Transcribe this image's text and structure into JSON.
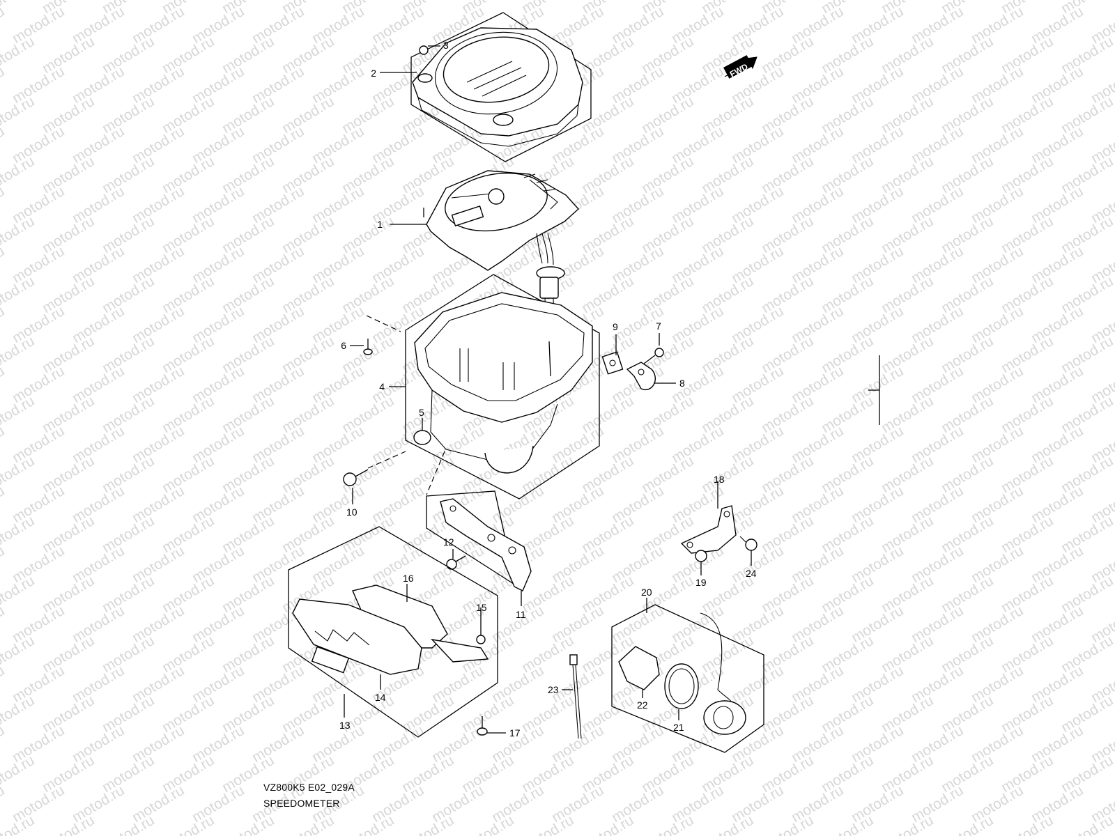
{
  "diagram": {
    "code": "VZ800K5 E02_029A",
    "title": "SPEEDOMETER",
    "watermark": "motod.ru",
    "direction_badge": "FWD",
    "callouts": [
      "1",
      "2",
      "3",
      "4",
      "5",
      "6",
      "7",
      "8",
      "9",
      "10",
      "11",
      "12",
      "13",
      "14",
      "15",
      "16",
      "17",
      "18",
      "19",
      "20",
      "21",
      "22",
      "23",
      "24"
    ]
  }
}
